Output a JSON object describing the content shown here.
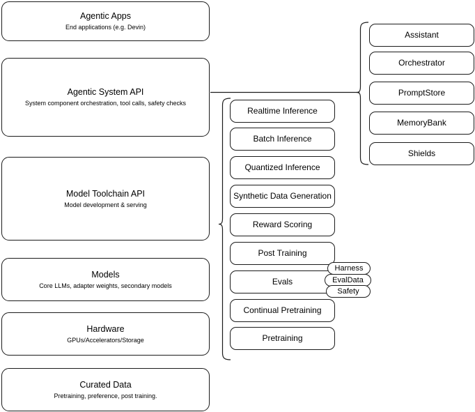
{
  "diagram": {
    "title": "AI stack layered architecture",
    "background_color": "#ffffff",
    "stroke_color": "#1a1a1a"
  },
  "stack_layers": [
    {
      "id": "agentic-apps",
      "title": "Agentic Apps",
      "subtitle": "End applications (e.g. Devin)"
    },
    {
      "id": "agentic-system-api",
      "title": "Agentic System API",
      "subtitle": "System component orchestration, tool calls, safety checks"
    },
    {
      "id": "model-toolchain-api",
      "title": "Model Toolchain API",
      "subtitle": "Model development & serving"
    },
    {
      "id": "models",
      "title": "Models",
      "subtitle": "Core LLMs, adapter weights, secondary models"
    },
    {
      "id": "hardware",
      "title": "Hardware",
      "subtitle": "GPUs/Accelerators/Storage"
    },
    {
      "id": "curated-data",
      "title": "Curated Data",
      "subtitle": "Pretraining, preference, post training."
    }
  ],
  "toolchain_capabilities": [
    {
      "id": "realtime-inference",
      "label": "Realtime Inference"
    },
    {
      "id": "batch-inference",
      "label": "Batch Inference"
    },
    {
      "id": "quantized-inference",
      "label": "Quantized Inference"
    },
    {
      "id": "synthetic-data-generation",
      "label": "Synthetic Data Generation"
    },
    {
      "id": "reward-scoring",
      "label": "Reward Scoring"
    },
    {
      "id": "post-training",
      "label": "Post Training"
    },
    {
      "id": "evals",
      "label": "Evals"
    },
    {
      "id": "continual-pretraining",
      "label": "Continual Pretraining"
    },
    {
      "id": "pretraining",
      "label": "Pretraining"
    }
  ],
  "evals_subcomponents": [
    {
      "id": "harness",
      "label": "Harness"
    },
    {
      "id": "evaldata",
      "label": "EvalData"
    },
    {
      "id": "safety",
      "label": "Safety"
    }
  ],
  "agentic_system_components": [
    {
      "id": "assistant",
      "label": "Assistant"
    },
    {
      "id": "orchestrator",
      "label": "Orchestrator"
    },
    {
      "id": "promptstore",
      "label": "PromptStore"
    },
    {
      "id": "memorybank",
      "label": "MemoryBank"
    },
    {
      "id": "shields",
      "label": "Shields"
    }
  ]
}
